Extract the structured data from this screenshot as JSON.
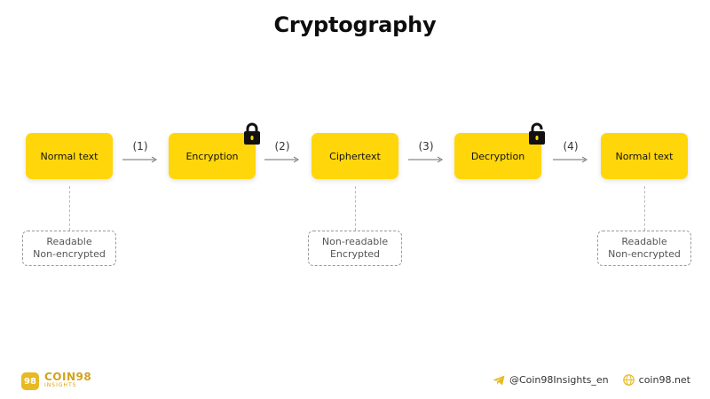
{
  "title": "Cryptography",
  "flow": {
    "boxes": [
      {
        "label": "Normal text"
      },
      {
        "label": "Encryption"
      },
      {
        "label": "Ciphertext"
      },
      {
        "label": "Decryption"
      },
      {
        "label": "Normal text"
      }
    ],
    "steps": [
      "(1)",
      "(2)",
      "(3)",
      "(4)"
    ],
    "locks": {
      "encryption_icon": "locked-padlock",
      "decryption_icon": "unlocked-padlock"
    }
  },
  "notes": [
    {
      "line1": "Readable",
      "line2": "Non-encrypted"
    },
    {
      "line1": "Non-readable",
      "line2": "Encrypted"
    },
    {
      "line1": "Readable",
      "line2": "Non-encrypted"
    }
  ],
  "footer": {
    "brand_badge": "98",
    "brand_name": "COIN98",
    "brand_sub": "INSIGHTS",
    "telegram_handle": "@Coin98Insights_en",
    "website": "coin98.net"
  },
  "colors": {
    "box_fill": "#ffd60a",
    "brand": "#e8b923",
    "arrow": "#6b6b6b"
  }
}
